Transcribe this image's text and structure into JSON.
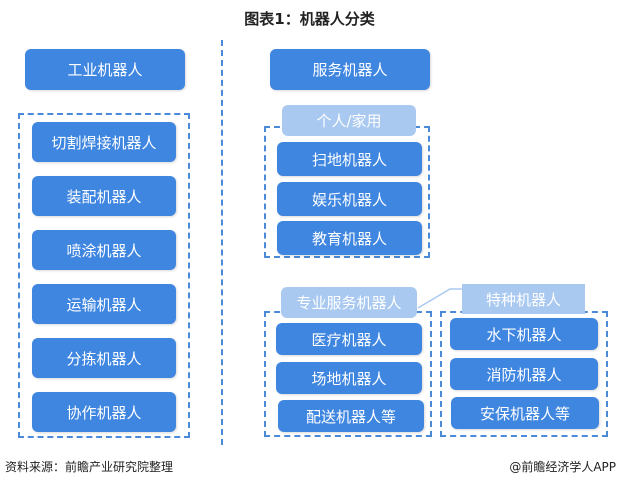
{
  "title": "图表1：机器人分类",
  "industrial": {
    "label": "工业机器人",
    "items": [
      "切割焊接机器人",
      "装配机器人",
      "喷涂机器人",
      "运输机器人",
      "分拣机器人",
      "协作机器人"
    ]
  },
  "service": {
    "label": "服务机器人",
    "personal": {
      "label": "个人/家用",
      "items": [
        "扫地机器人",
        "娱乐机器人",
        "教育机器人"
      ]
    },
    "professional": {
      "label": "专业服务机器人",
      "items": [
        "医疗机器人",
        "场地机器人",
        "配送机器人等"
      ]
    },
    "special": {
      "label": "特种机器人",
      "items": [
        "水下机器人",
        "消防机器人",
        "安保机器人等"
      ]
    }
  },
  "footer": {
    "source": "资料来源：前瞻产业研究院整理",
    "brand": "@前瞻经济学人APP"
  },
  "colors": {
    "primary": "#3f86e0",
    "light": "#a9c9f1",
    "dash": "#4a8ad8"
  }
}
